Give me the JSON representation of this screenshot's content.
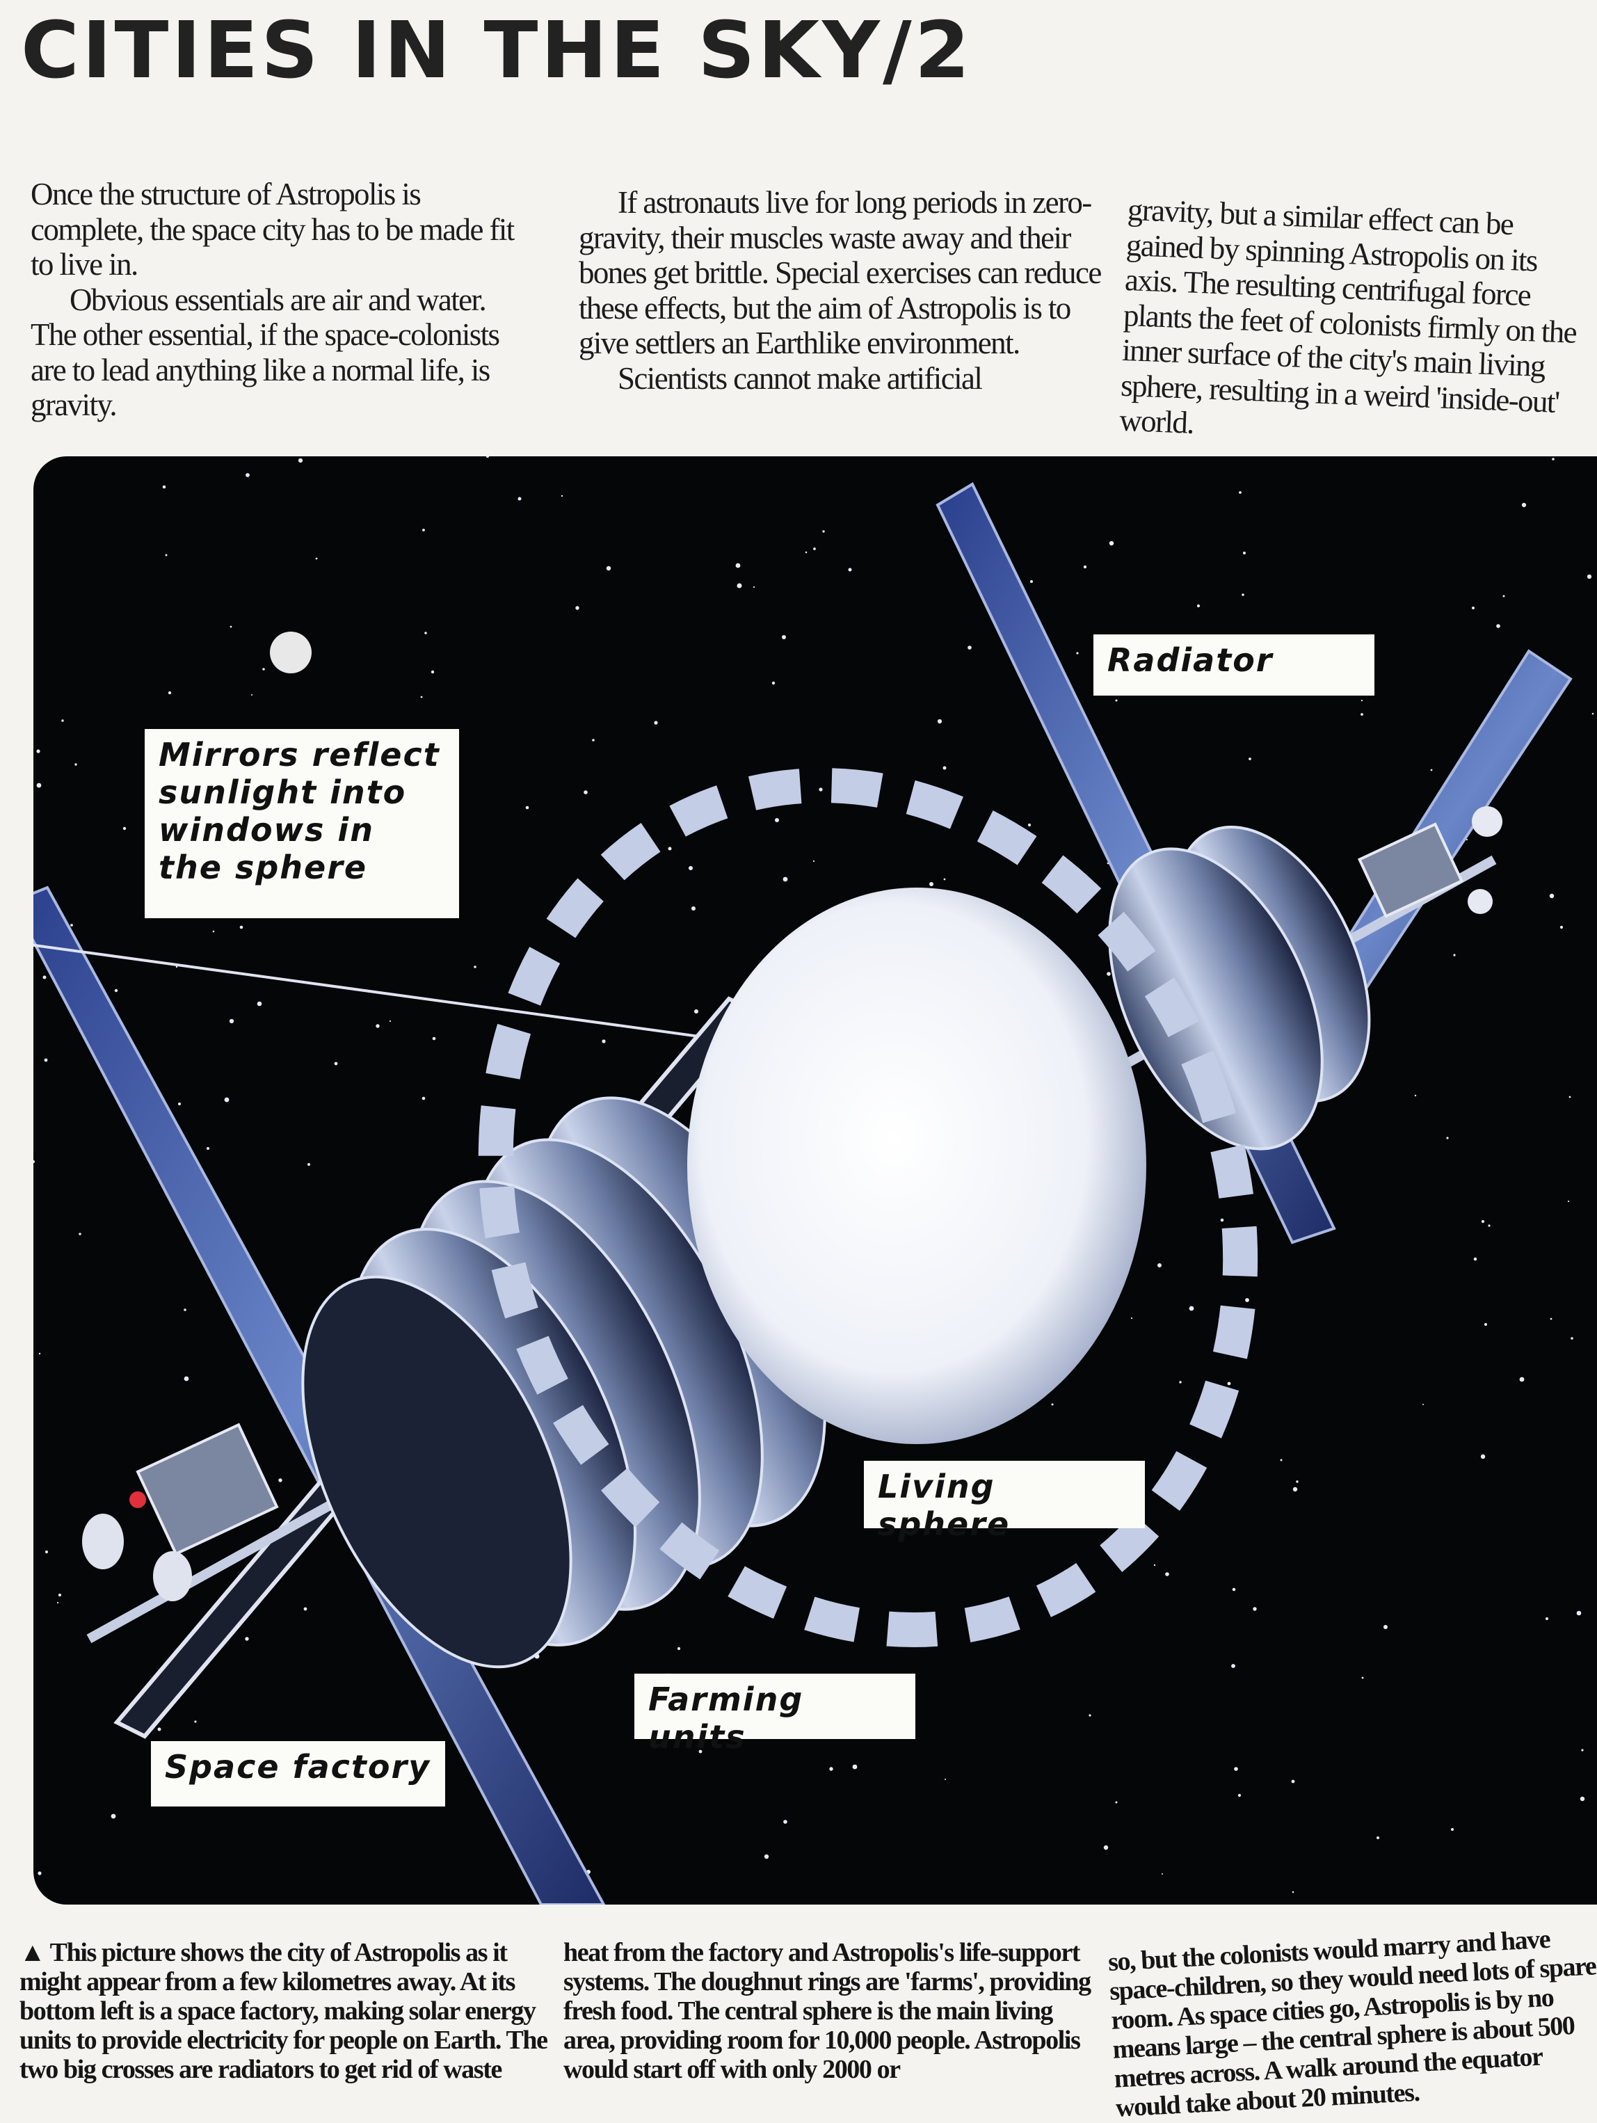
{
  "header": {
    "title": "CITIES IN THE SKY/2"
  },
  "intro": {
    "col1": [
      "Once the structure of Astropolis is complete, the space city has to be made fit to live in.",
      "Obvious essentials are air and water. The other essential, if the space-colonists are to lead anything like a normal life, is gravity."
    ],
    "col2": [
      "If astronauts live for long periods in zero-gravity, their muscles waste away and their bones get brittle. Special exercises can reduce these effects, but the aim of Astropolis is to give settlers an Earthlike environment.",
      "Scientists cannot make artificial"
    ],
    "col3": [
      "gravity, but a similar effect can be gained by spinning Astropolis on its axis. The resulting centrifugal force plants the feet of colonists firmly on the inner surface of the city's main living sphere, resulting in a weird 'inside-out' world."
    ]
  },
  "illustration": {
    "labels": {
      "radiator": "Radiator",
      "mirrors": "Mirrors reflect sunlight into windows in the sphere",
      "living_sphere": "Living sphere",
      "farming_units": "Farming units",
      "space_factory": "Space factory"
    }
  },
  "caption": {
    "marker": "▲",
    "col1": "This picture shows the city of Astropolis as it might appear from a few kilometres away. At its bottom left is a space factory, making solar energy units to provide electricity for people on Earth. The two big crosses are radiators to get rid of waste",
    "col2": "heat from the factory and Astropolis's life-support systems. The doughnut rings are 'farms', providing fresh food. The central sphere is the main living area, providing room for 10,000 people. Astropolis would start off with only 2000 or",
    "col3": "so, but the colonists would marry and have space-children, so they would need lots of spare room. As space cities go, Astropolis is by no means large – the central sphere is about 500 metres across. A walk around the equator would take about 20 minutes."
  }
}
